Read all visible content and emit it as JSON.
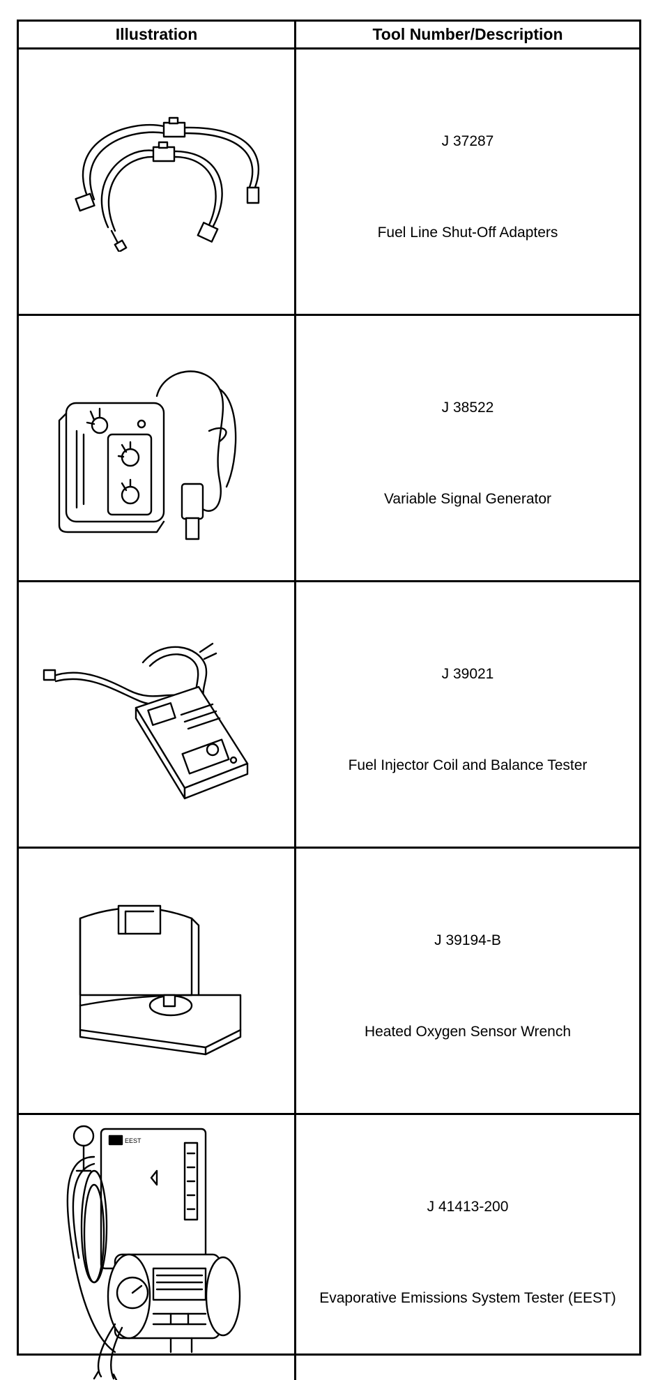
{
  "table": {
    "headers": {
      "illustration": "Illustration",
      "tool": "Tool Number/Description"
    },
    "rows": [
      {
        "number": "J 37287",
        "name": "Fuel Line Shut-Off Adapters",
        "icon": "fuel-line-adapters-icon"
      },
      {
        "number": "J 38522",
        "name": "Variable Signal Generator",
        "icon": "signal-generator-icon"
      },
      {
        "number": "J 39021",
        "name": "Fuel Injector Coil and Balance Tester",
        "icon": "injector-tester-icon"
      },
      {
        "number": "J 39194-B",
        "name": "Heated Oxygen Sensor Wrench",
        "icon": "oxygen-sensor-wrench-icon"
      },
      {
        "number": "J 41413-200",
        "name": "Evaporative Emissions System Tester (EEST)",
        "icon": "evap-tester-icon"
      }
    ]
  }
}
